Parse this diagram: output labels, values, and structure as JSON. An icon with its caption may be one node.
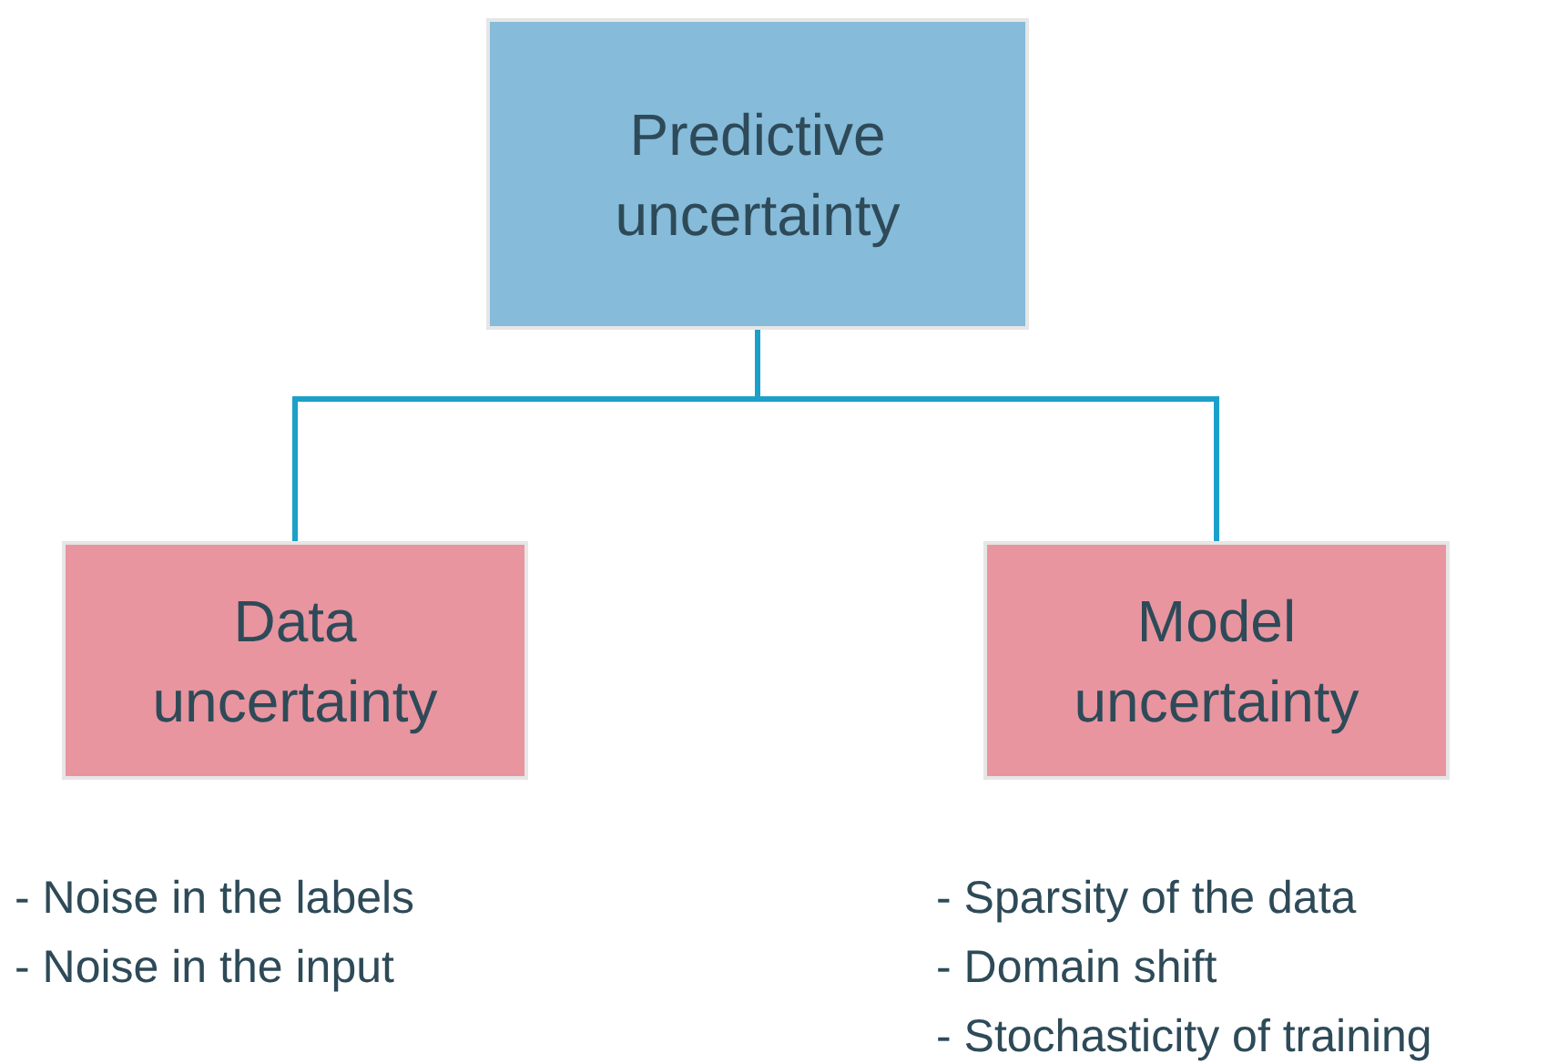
{
  "diagram": {
    "nodes": [
      {
        "text": [
          "Predictive uncertainty"
        ]
      },
      {
        "text": [
          "Data uncertainty"
        ],
        "beside": [
          "- Noise in the labels",
          "- Noise in the input"
        ]
      },
      {
        "text": [
          "Model uncertainty"
        ],
        "beside": [
          "- Sparsity of the data",
          "- Domain shift",
          "- Stochasticity of training"
        ]
      }
    ],
    "edges": [
      {
        "from": 0,
        "to": 1,
        "arrow": "none"
      },
      {
        "from": 0,
        "to": 2,
        "arrow": "none"
      }
    ]
  }
}
